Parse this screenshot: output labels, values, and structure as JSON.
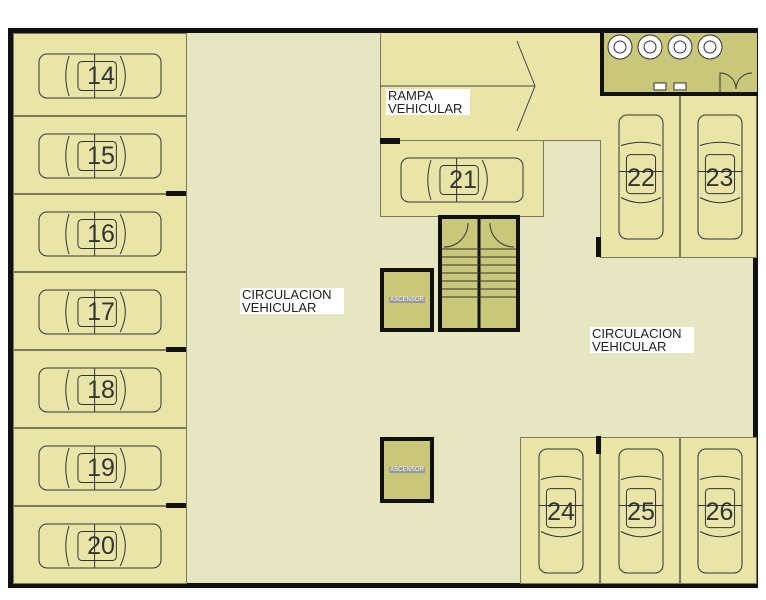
{
  "stalls_left": [
    "14",
    "15",
    "16",
    "17",
    "18",
    "19",
    "20"
  ],
  "stalls_right_top": [
    "22",
    "23"
  ],
  "stall_21": "21",
  "stalls_bottom": [
    "24",
    "25",
    "26"
  ],
  "labels": {
    "circulation_left": "CIRCULACION VEHICULAR",
    "circulation_right": "CIRCULACION VEHICULAR",
    "ramp": "RAMPA VEHICULAR",
    "elevator": "ASCENSOR"
  },
  "colors": {
    "stall": "#e9e5a9",
    "circulation": "#e7e6c2",
    "service": "#c9c77a",
    "wall": "#111111"
  }
}
